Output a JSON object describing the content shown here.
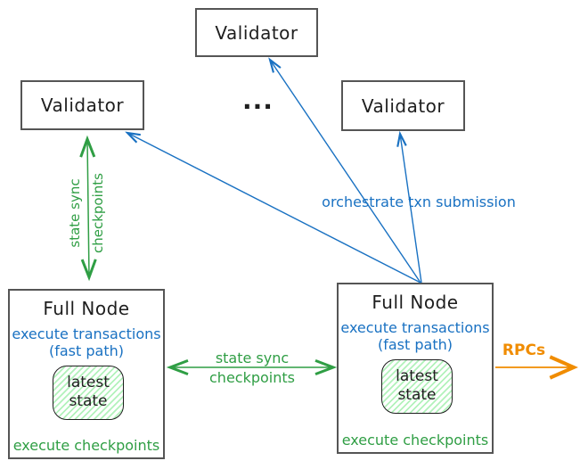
{
  "colors": {
    "background": "#ffffff",
    "ink": "#1e1e1e",
    "border": "#555555",
    "blue": "#1971c2",
    "green": "#2f9e44",
    "green_fill": "#b2f2bb",
    "orange": "#f08c00"
  },
  "validators": {
    "top": {
      "label": "Validator"
    },
    "left": {
      "label": "Validator"
    },
    "right": {
      "label": "Validator"
    },
    "ellipsis": "..."
  },
  "full_nodes": {
    "left": {
      "title": "Full Node",
      "capability_fast": "execute transactions",
      "capability_fast_suffix": "(fast path)",
      "state_line1": "latest",
      "state_line2": "state",
      "capability_checkpoints": "execute checkpoints"
    },
    "right": {
      "title": "Full Node",
      "capability_fast": "execute transactions",
      "capability_fast_suffix": "(fast path)",
      "state_line1": "latest",
      "state_line2": "state",
      "capability_checkpoints": "execute checkpoints"
    }
  },
  "edges": {
    "validator_fullnode_sync": {
      "line1": "state sync",
      "line2": "checkpoints"
    },
    "fullnode_fullnode_sync": {
      "line1": "state sync",
      "line2": "checkpoints"
    },
    "orchestrate": {
      "label": "orchestrate txn submission"
    },
    "rpcs": {
      "label": "RPCs"
    }
  }
}
